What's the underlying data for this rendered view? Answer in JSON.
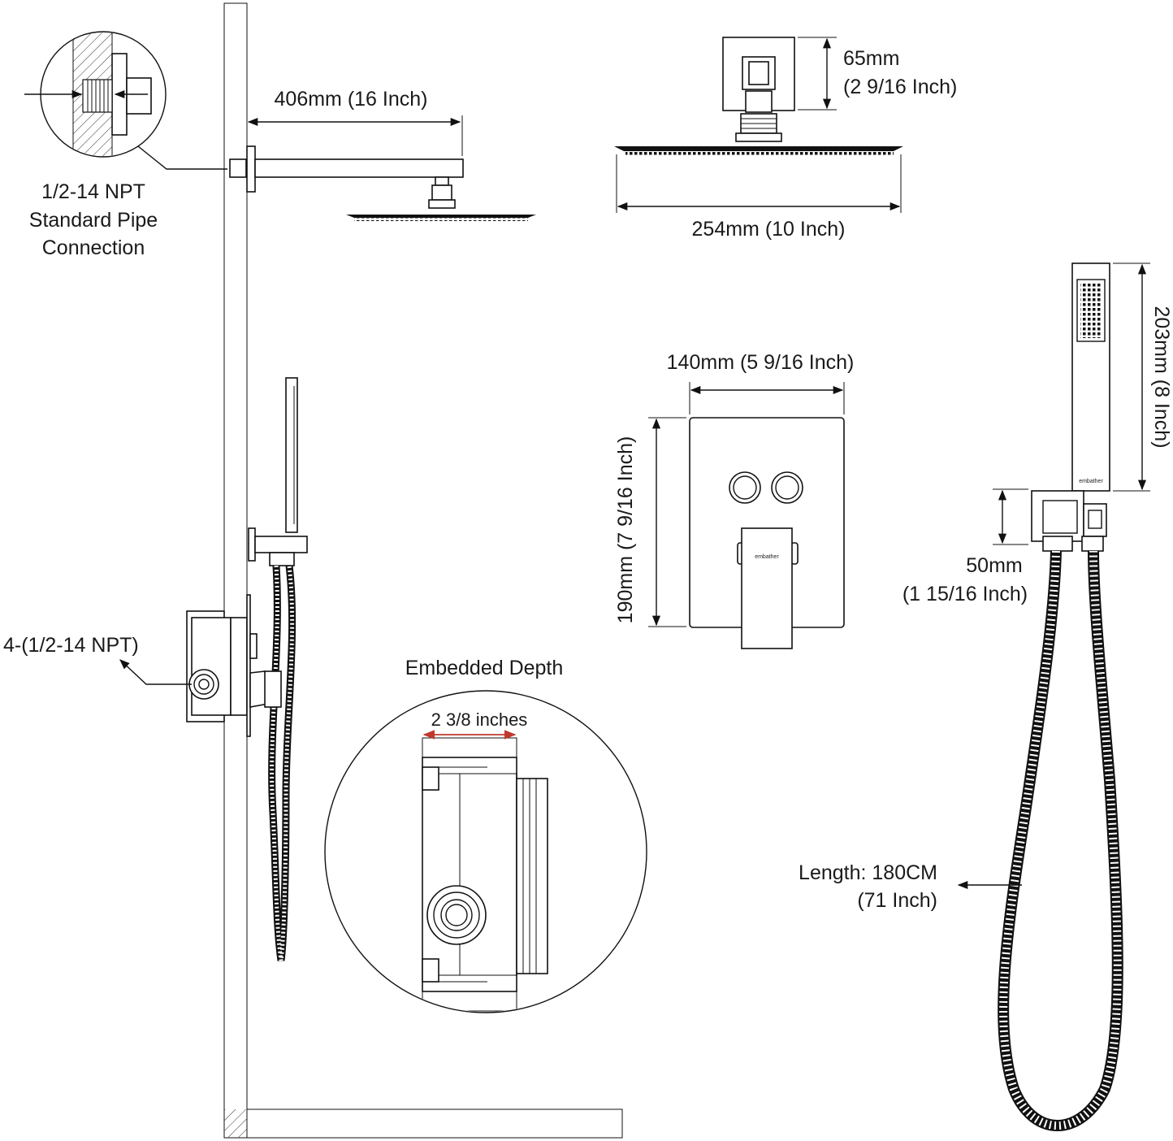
{
  "labels": {
    "pipe_connection": [
      "1/2-14 NPT",
      "Standard Pipe",
      "Connection"
    ],
    "arm_length": "406mm (16 Inch)",
    "head_height": [
      "65mm",
      "(2 9/16 Inch)"
    ],
    "head_width": "254mm (10 Inch)",
    "plate_width": "140mm (5 9/16 Inch)",
    "plate_height": "190mm (7 9/16 Inch)",
    "handheld_length": "203mm (8 Inch)",
    "holder_height": [
      "50mm",
      "(1 15/16 Inch)"
    ],
    "valve_ports": "4-(1/2-14 NPT)",
    "embedded_title": "Embedded Depth",
    "embedded_depth": "2 3/8 inches",
    "hose_length": [
      "Length: 180CM",
      "(71 Inch)"
    ],
    "brand_plate": "embather",
    "brand_handheld": "embather"
  },
  "colors": {
    "line": "#111111",
    "depth_arrow": "#c0392b",
    "background": "#ffffff"
  }
}
